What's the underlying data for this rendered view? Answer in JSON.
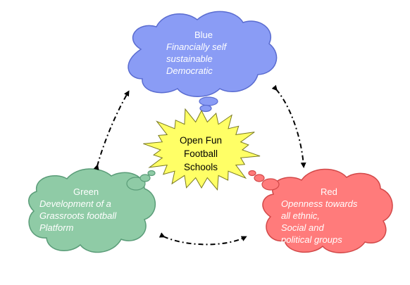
{
  "center": {
    "lines": [
      "Open Fun",
      "Football",
      "Schools"
    ],
    "fill": "#ffff66"
  },
  "clouds": {
    "blue": {
      "title": "Blue",
      "lines": [
        "Financially self",
        "sustainable",
        "Democratic"
      ],
      "fill": "#8a9cf5"
    },
    "green": {
      "title": "Green",
      "lines": [
        "Development of a",
        "Grassroots football",
        "Platform"
      ],
      "fill": "#8fcba6"
    },
    "red": {
      "title": "Red",
      "lines": [
        "Openness towards",
        "all ethnic,",
        "Social and",
        "political groups"
      ],
      "fill": "#ff7b7b"
    }
  }
}
